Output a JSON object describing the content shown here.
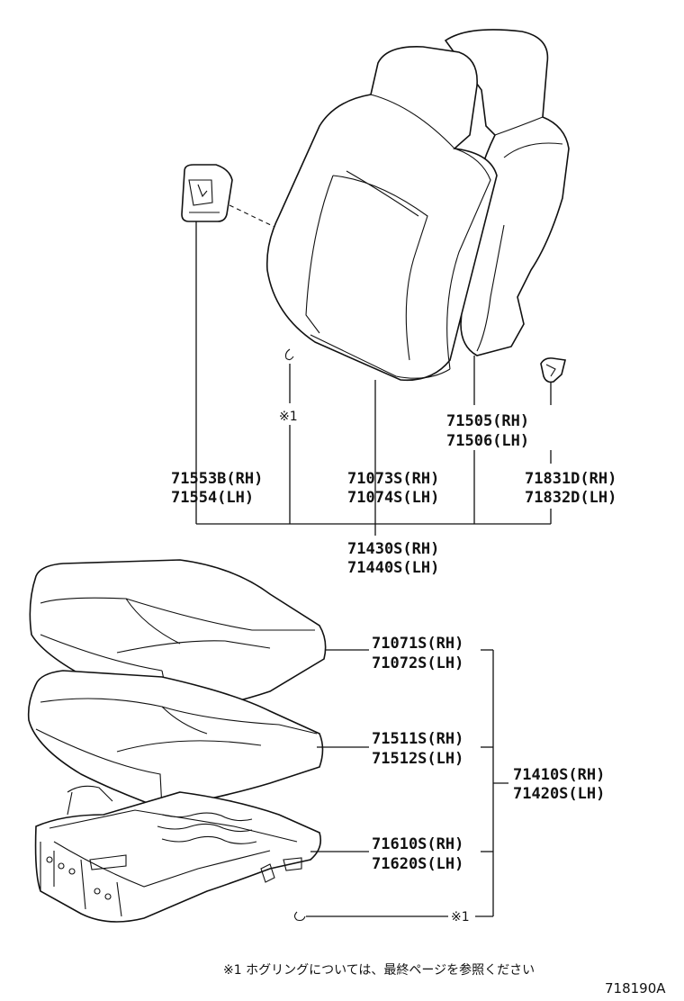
{
  "upper_group": {
    "cover_bracket": {
      "rh": "71553B(RH)",
      "lh": "71554(LH)"
    },
    "back_cover": {
      "rh": "71073S(RH)",
      "lh": "71074S(LH)"
    },
    "back_pad": {
      "rh": "71505(RH)",
      "lh": "71506(LH)"
    },
    "clip": {
      "rh": "71831D(RH)",
      "lh": "71832D(LH)"
    },
    "hog_ring_ref": "※1",
    "assembly": {
      "rh": "71430S(RH)",
      "lh": "71440S(LH)"
    }
  },
  "lower_group": {
    "cushion_cover": {
      "rh": "71071S(RH)",
      "lh": "71072S(LH)"
    },
    "cushion_pad": {
      "rh": "71511S(RH)",
      "lh": "71512S(LH)"
    },
    "frame": {
      "rh": "71610S(RH)",
      "lh": "71620S(LH)"
    },
    "hog_ring_ref": "※1",
    "assembly": {
      "rh": "71410S(RH)",
      "lh": "71420S(LH)"
    }
  },
  "footnote": "※1  ホグリングについては、最終ページを参照ください",
  "diagram_code": "718190A"
}
